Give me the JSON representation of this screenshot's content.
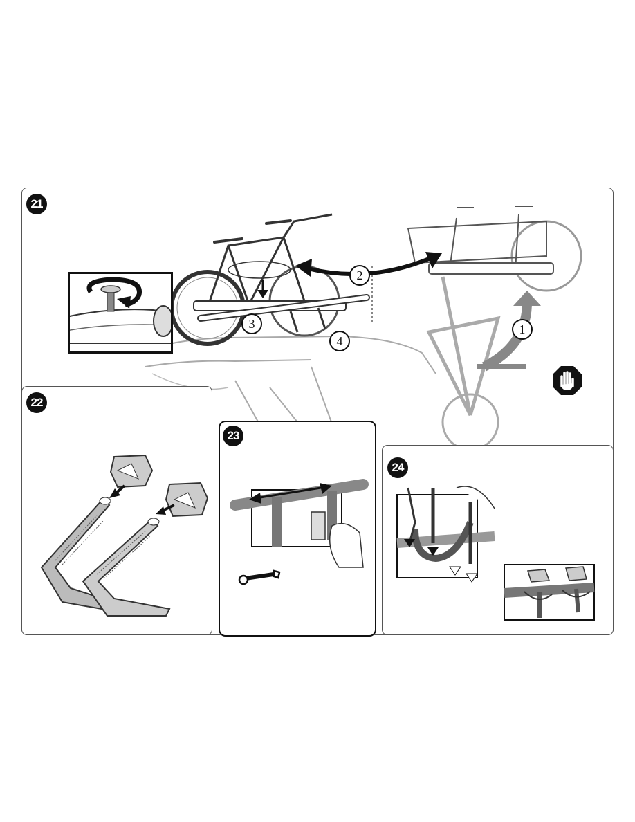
{
  "steps": {
    "s21": {
      "number": "21"
    },
    "s22": {
      "number": "22"
    },
    "s23": {
      "number": "23"
    },
    "s24": {
      "number": "24"
    }
  },
  "callouts": {
    "c1": "1",
    "c2": "2",
    "c3": "3",
    "c4": "4"
  },
  "icons": [
    "stop-hand-icon",
    "wrench-icon",
    "bolt-turn-icon"
  ],
  "colors": {
    "line": "#333333",
    "faded": "#aaaaaa",
    "arrow": "#111111",
    "ghost_arrow": "#888888"
  }
}
